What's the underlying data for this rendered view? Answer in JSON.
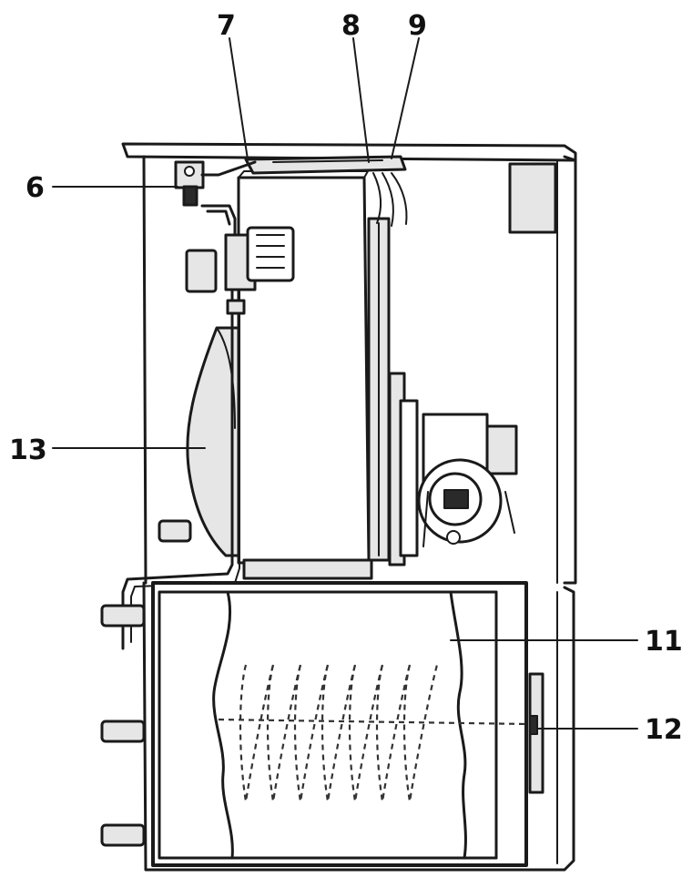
{
  "diagram": {
    "callouts": [
      {
        "id": "6",
        "text": "6"
      },
      {
        "id": "7",
        "text": "7"
      },
      {
        "id": "8",
        "text": "8"
      },
      {
        "id": "9",
        "text": "9"
      },
      {
        "id": "11",
        "text": "11"
      },
      {
        "id": "12",
        "text": "12"
      },
      {
        "id": "13",
        "text": "13"
      }
    ],
    "colors": {
      "line": "#1a1a1a",
      "fill": "#e6e6e6",
      "background": "#ffffff"
    }
  }
}
